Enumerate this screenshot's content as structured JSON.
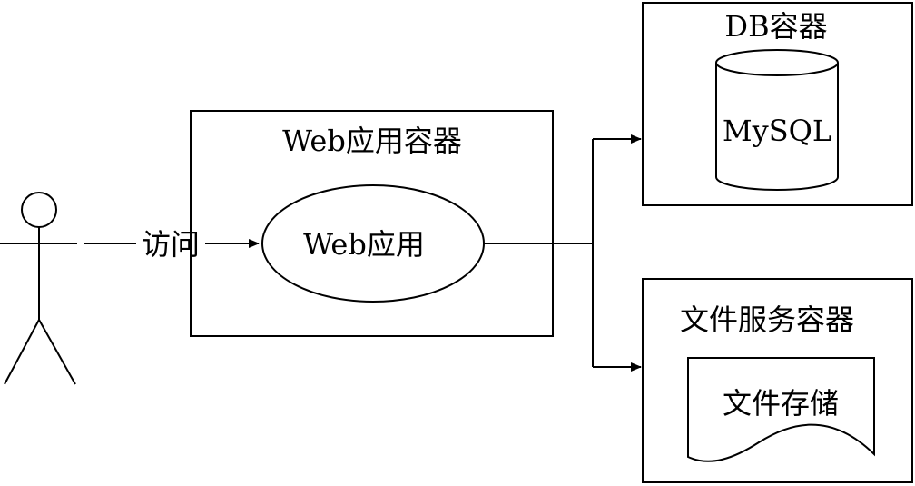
{
  "diagram": {
    "web_container": {
      "title": "Web应用容器"
    },
    "web_app": {
      "label": "Web应用"
    },
    "access_edge": {
      "label": "访问"
    },
    "db_container": {
      "title": "DB容器"
    },
    "db": {
      "label": "MySQL"
    },
    "file_container": {
      "title": "文件服务容器"
    },
    "file_storage": {
      "label": "文件存储"
    }
  },
  "icons": {
    "actor": "stick-figure-icon",
    "database": "cylinder-icon",
    "document": "wavy-document-icon"
  }
}
